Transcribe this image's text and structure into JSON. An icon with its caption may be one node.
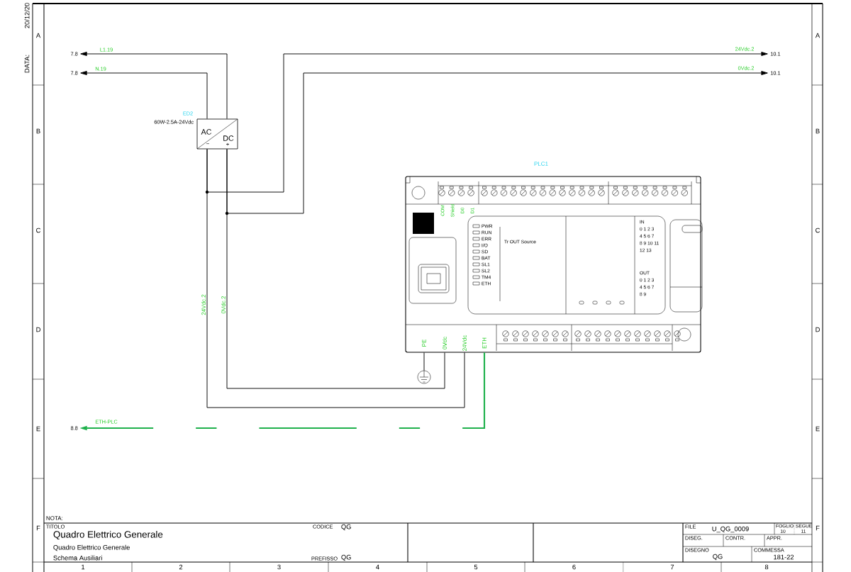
{
  "diagram": {
    "nodes": [
      {
        "text": [
          "AC",
          "DC",
          "−",
          "+"
        ],
        "beside": [
          "ED2",
          "60W-2.5A-24Vdc"
        ]
      },
      {
        "text": [
          "COM",
          "Shield",
          "D0",
          "D1",
          "PWR",
          "RUN",
          "ERR",
          "I/O",
          "SD",
          "BAT",
          "SL1",
          "SL2",
          "TM4",
          "ETH",
          "Tr OUT Source",
          "IN",
          "0 1 2 3",
          "4 5 6 7",
          "8 9 10 11",
          "12 13",
          "OUT",
          "0 1 2 3",
          "4 5 6 7",
          "8 9",
          "PE",
          "0Vdc",
          "24Vdc",
          "ETH"
        ],
        "beside": [
          "PLC1"
        ]
      },
      {
        "text": [
          "7.8"
        ]
      },
      {
        "text": [
          "7.8"
        ]
      },
      {
        "text": [
          "10.1"
        ]
      },
      {
        "text": [
          "10.1"
        ]
      },
      {
        "text": [
          "8.8"
        ]
      },
      {
        "text": [],
        "shape": "circle"
      }
    ],
    "edges": [
      {
        "from": 0,
        "to": 2,
        "arrow": "to",
        "label": "L1.19"
      },
      {
        "from": 0,
        "to": 3,
        "arrow": "to",
        "label": "N.19"
      },
      {
        "from": 0,
        "to": 4,
        "arrow": "to",
        "label": "24Vdc.2"
      },
      {
        "from": 0,
        "to": 5,
        "arrow": "to",
        "label": "0Vdc.2"
      },
      {
        "from": 0,
        "to": 1,
        "arrow": "none",
        "label": "24Vdc.2"
      },
      {
        "from": 0,
        "to": 1,
        "arrow": "none",
        "label": "0Vdc.2"
      },
      {
        "from": 7,
        "to": 1,
        "arrow": "none"
      },
      {
        "from": 1,
        "to": 6,
        "arrow": "to",
        "label": "ETH-PLC",
        "style": "dashed",
        "color": "#1fb14c"
      }
    ],
    "labels": [
      "DATA:",
      "20/12/20",
      "A",
      "B",
      "C",
      "D",
      "E",
      "F",
      "A",
      "B",
      "C",
      "D",
      "E",
      "F",
      "1",
      "2",
      "3",
      "4",
      "5",
      "6",
      "7",
      "8",
      "NOTA:",
      "TITOLO",
      "Quadro Elettrico Generale",
      "Quadro Elettrico Generale",
      "Schema Ausiliari",
      "CODICE",
      "QG",
      "PREFISSO",
      "QG",
      "FILE",
      "U_QG_0009",
      "FOGLIO",
      "10",
      "SEGUE",
      "11",
      "DISEG.",
      "CONTR.",
      "APPR.",
      "DISEGNO",
      "QG",
      "COMMESSA",
      "181-22"
    ]
  }
}
